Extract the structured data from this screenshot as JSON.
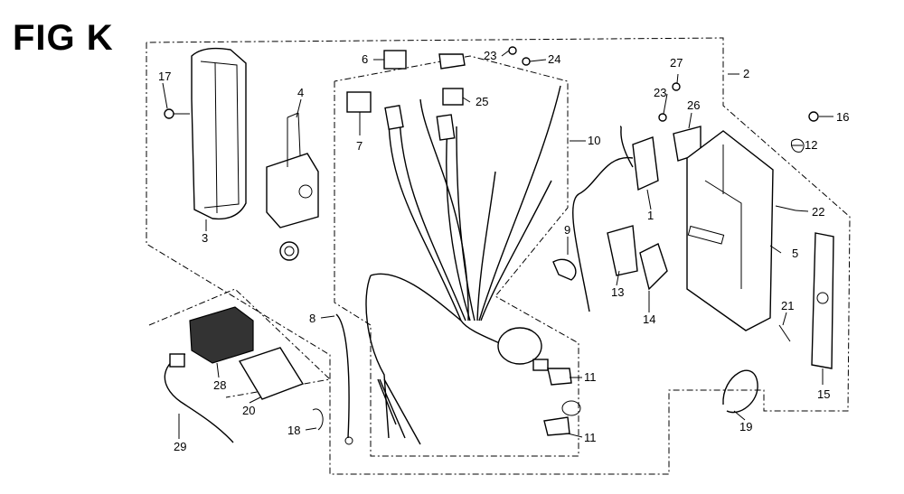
{
  "figure": {
    "title": "FIG K"
  },
  "callouts": {
    "c1": "1",
    "c2": "2",
    "c3": "3",
    "c4": "4",
    "c5": "5",
    "c6": "6",
    "c7": "7",
    "c8": "8",
    "c9": "9",
    "c10": "10",
    "c11a": "11",
    "c11b": "11",
    "c12": "12",
    "c13": "13",
    "c14": "14",
    "c15": "15",
    "c16": "16",
    "c17": "17",
    "c18": "18",
    "c19": "19",
    "c20": "20",
    "c21": "21",
    "c22": "22",
    "c23a": "23",
    "c23b": "23",
    "c24": "24",
    "c25": "25",
    "c26": "26",
    "c27": "27",
    "c28": "28",
    "c29": "29"
  }
}
